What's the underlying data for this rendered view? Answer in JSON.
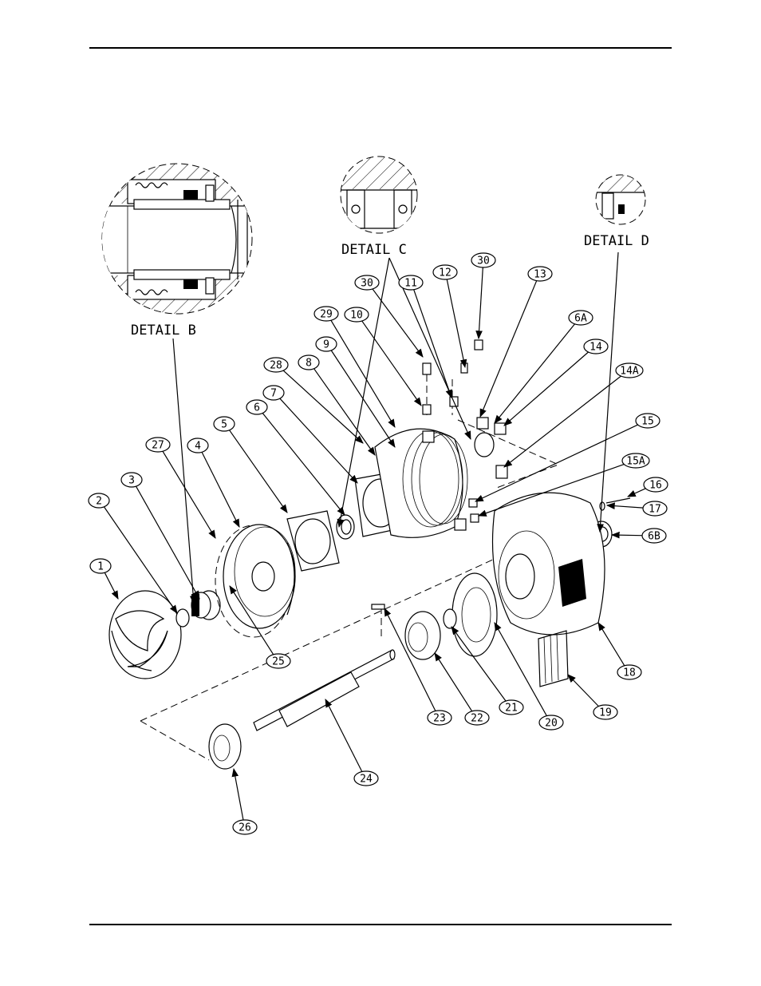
{
  "details": [
    {
      "id": "B",
      "label": "DETAIL B"
    },
    {
      "id": "C",
      "label": "DETAIL C"
    },
    {
      "id": "D",
      "label": "DETAIL D"
    }
  ],
  "callouts": [
    {
      "id": "c1",
      "label": "1"
    },
    {
      "id": "c2",
      "label": "2"
    },
    {
      "id": "c3",
      "label": "3"
    },
    {
      "id": "c4",
      "label": "4"
    },
    {
      "id": "c5",
      "label": "5"
    },
    {
      "id": "c6",
      "label": "6"
    },
    {
      "id": "c6a",
      "label": "6A"
    },
    {
      "id": "c6b",
      "label": "6B"
    },
    {
      "id": "c7",
      "label": "7"
    },
    {
      "id": "c8",
      "label": "8"
    },
    {
      "id": "c9",
      "label": "9"
    },
    {
      "id": "c10",
      "label": "10"
    },
    {
      "id": "c11",
      "label": "11"
    },
    {
      "id": "c12",
      "label": "12"
    },
    {
      "id": "c13",
      "label": "13"
    },
    {
      "id": "c14",
      "label": "14"
    },
    {
      "id": "c14a",
      "label": "14A"
    },
    {
      "id": "c15",
      "label": "15"
    },
    {
      "id": "c15a",
      "label": "15A"
    },
    {
      "id": "c16",
      "label": "16"
    },
    {
      "id": "c17",
      "label": "17"
    },
    {
      "id": "c18",
      "label": "18"
    },
    {
      "id": "c19",
      "label": "19"
    },
    {
      "id": "c20",
      "label": "20"
    },
    {
      "id": "c21",
      "label": "21"
    },
    {
      "id": "c22",
      "label": "22"
    },
    {
      "id": "c23",
      "label": "23"
    },
    {
      "id": "c24",
      "label": "24"
    },
    {
      "id": "c25",
      "label": "25"
    },
    {
      "id": "c26",
      "label": "26"
    },
    {
      "id": "c27",
      "label": "27"
    },
    {
      "id": "c28",
      "label": "28"
    },
    {
      "id": "c29",
      "label": "29"
    },
    {
      "id": "c30a",
      "label": "30"
    },
    {
      "id": "c30b",
      "label": "30"
    }
  ]
}
